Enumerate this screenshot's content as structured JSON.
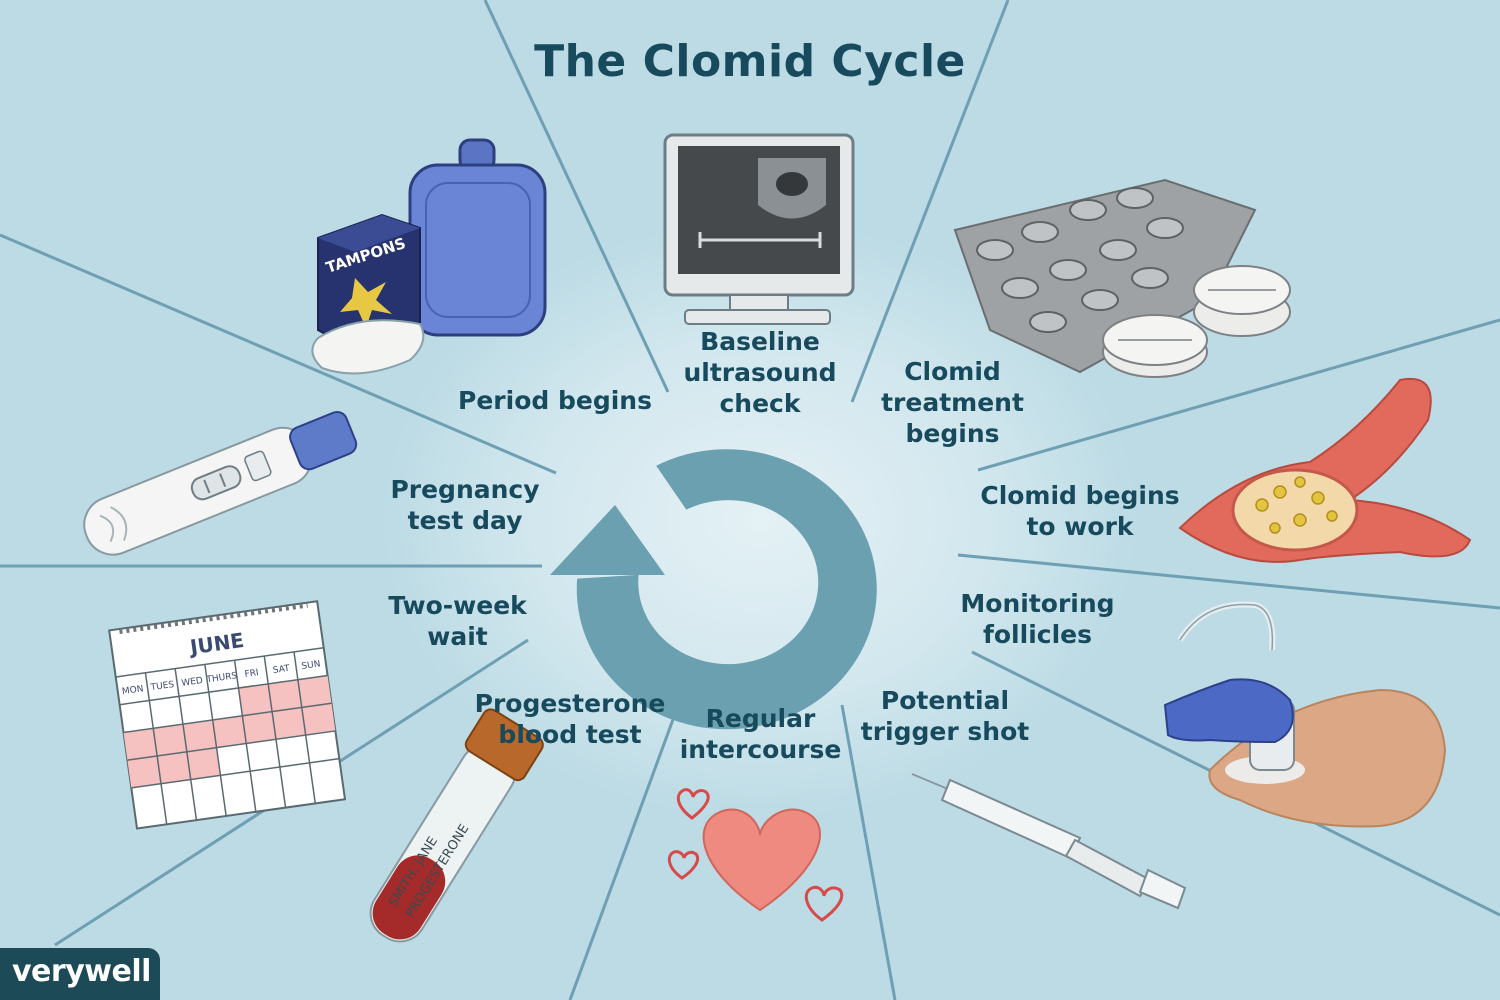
{
  "title": "The Clomid Cycle",
  "steps": [
    {
      "label": "Period begins",
      "icon": "tampons-hot-water-bottle-icon"
    },
    {
      "label": "Baseline\nultrasound\ncheck",
      "icon": "ultrasound-monitor-icon"
    },
    {
      "label": "Clomid\ntreatment\nbegins",
      "icon": "pill-blister-pack-icon"
    },
    {
      "label": "Clomid begins\nto work",
      "icon": "ovary-follicles-icon"
    },
    {
      "label": "Monitoring\nfollicles",
      "icon": "ultrasound-probe-icon"
    },
    {
      "label": "Potential\ntrigger shot",
      "icon": "syringe-icon"
    },
    {
      "label": "Regular\nintercourse",
      "icon": "hearts-icon"
    },
    {
      "label": "Progesterone\nblood test",
      "icon": "blood-test-tube-icon"
    },
    {
      "label": "Two-week\nwait",
      "icon": "calendar-icon"
    },
    {
      "label": "Pregnancy\ntest day",
      "icon": "pregnancy-test-icon"
    }
  ],
  "icon_text": {
    "tampons": "TAMPONS",
    "calendar_month": "JUNE",
    "calendar_days": [
      "MON",
      "TUES",
      "WED",
      "THURS",
      "FRI",
      "SAT",
      "SUN"
    ],
    "tube_label_1": "PROGESTERONE",
    "tube_label_2": "SMITH, JANE"
  },
  "brand": "verywell",
  "colors": {
    "background": "#bcdbe5",
    "text": "#174a5c",
    "cycle_arrow": "#6aa0b0",
    "divider_lines": "#6e9fb3"
  }
}
